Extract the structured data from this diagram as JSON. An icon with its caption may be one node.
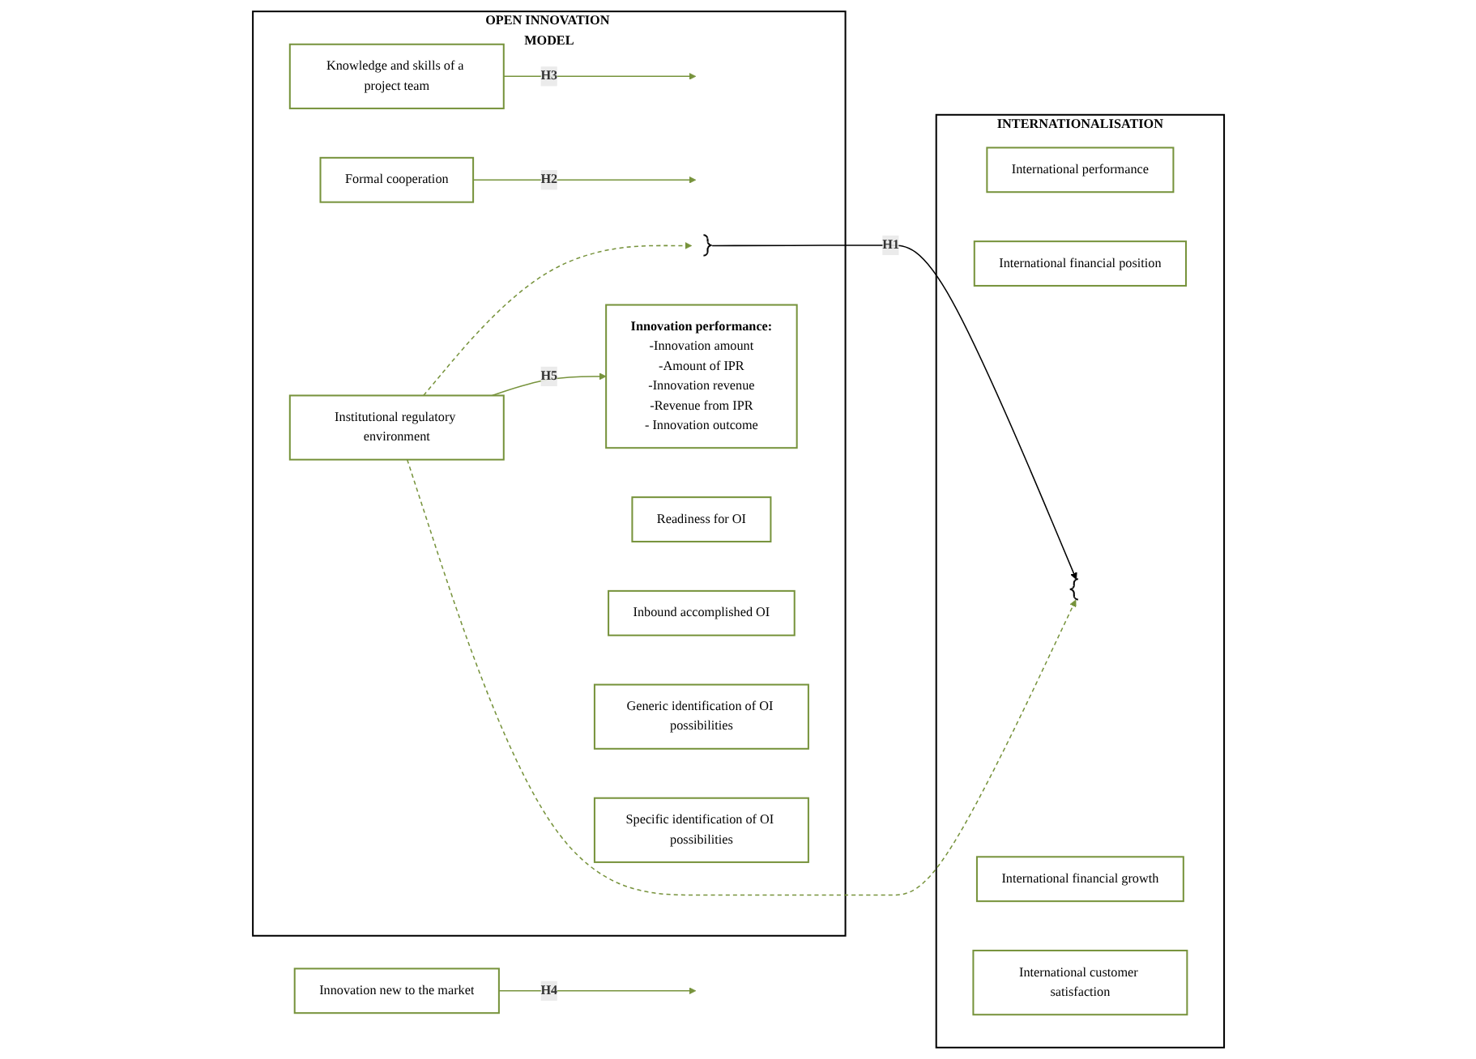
{
  "diagram": {
    "nodes": [
      {
        "text": [
          "OPEN INNOVATION MODEL"
        ]
      },
      {
        "text": [
          "INTERNATIONALISATION"
        ]
      },
      {
        "text": [
          "Readiness for OI"
        ],
        "in": 0
      },
      {
        "text": [
          "Formal cooperation"
        ],
        "in": 0
      },
      {
        "text": [
          "Knowledge and skills of a project team"
        ],
        "in": 0
      },
      {
        "text": [
          "Innovation new to the market"
        ]
      },
      {
        "text": [
          "International performance"
        ],
        "in": 1
      },
      {
        "text": [
          "Inbound accomplished OI"
        ],
        "in": 0
      },
      {
        "text": [],
        "shape": "bracket",
        "in": 0
      },
      {
        "text": [
          "Innovation performance:",
          "-Innovation amount",
          "-Amount of IPR",
          "-Innovation revenue",
          "-Revenue from IPR",
          "- Innovation outcome"
        ],
        "in": 0
      },
      {
        "text": [],
        "shape": "bracket",
        "in": 1
      },
      {
        "text": [
          "International financial position"
        ],
        "in": 1
      },
      {
        "text": [
          "Generic identification of OI possibilities"
        ],
        "in": 0
      },
      {
        "text": [
          "International financial growth"
        ],
        "in": 1
      },
      {
        "text": [
          "Specific identification of OI possibilities"
        ],
        "in": 0
      },
      {
        "text": [
          "Institutional regulatory environment"
        ],
        "in": 0
      },
      {
        "text": [
          "International customer satisfaction"
        ],
        "in": 1
      }
    ],
    "edges": [
      {
        "from": 8,
        "to": 10,
        "arrow": "to",
        "label": "H1",
        "color": "#000000"
      },
      {
        "from": 3,
        "to": null,
        "arrow": "to",
        "label": "H2"
      },
      {
        "from": 4,
        "to": null,
        "arrow": "to",
        "label": "H3"
      },
      {
        "from": 5,
        "to": null,
        "arrow": "to",
        "label": "H4"
      },
      {
        "from": 15,
        "to": 9,
        "arrow": "to",
        "label": "H5"
      },
      {
        "from": 15,
        "to": 8,
        "arrow": "to",
        "style": "dashed"
      },
      {
        "from": 15,
        "to": 10,
        "arrow": "to",
        "style": "dashed"
      }
    ]
  }
}
